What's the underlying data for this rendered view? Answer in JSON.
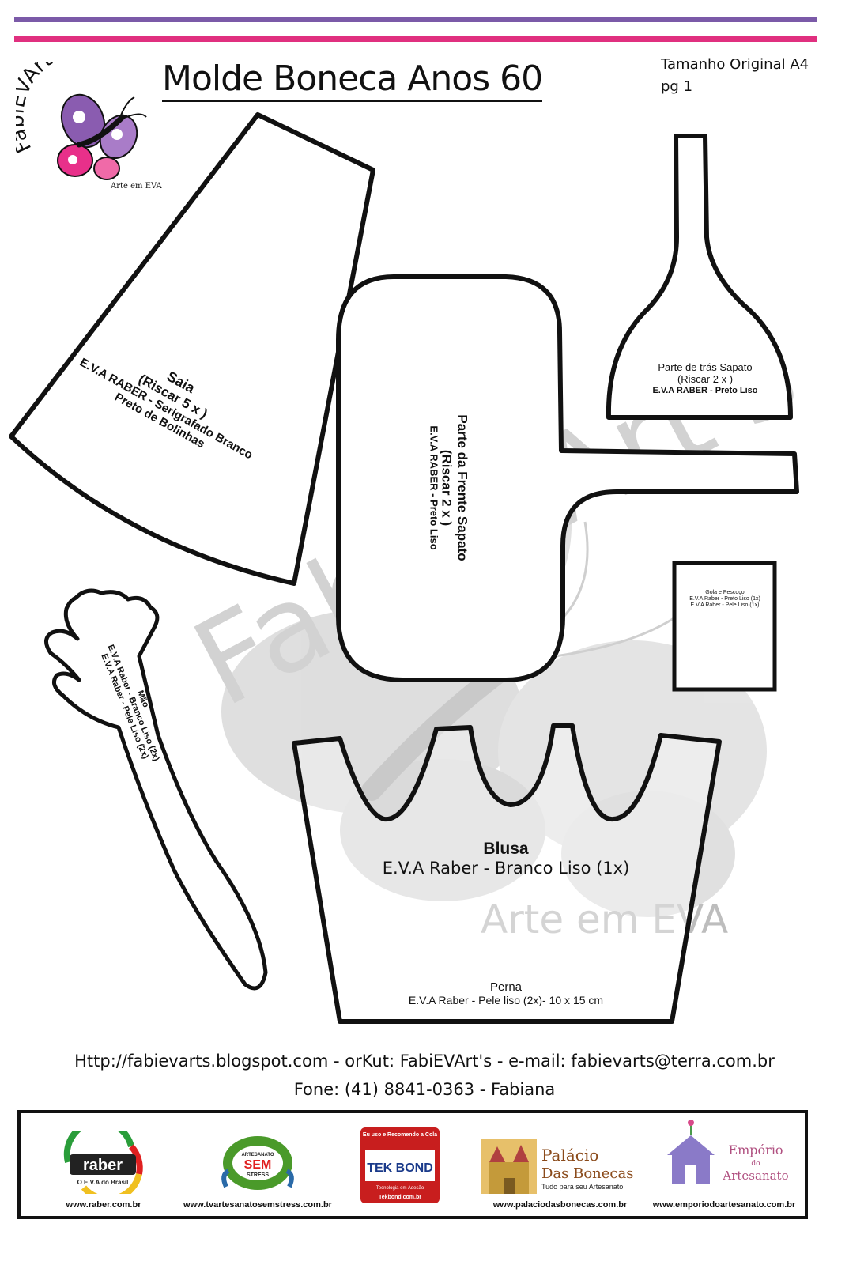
{
  "header": {
    "title": "Molde Boneca Anos 60",
    "brand": "FabiEVArt's",
    "brand_tagline": "Arte em EVA",
    "size_note_1": "Tamanho Original A4",
    "size_note_2": "pg 1"
  },
  "watermark": {
    "text": "FabiEVArt's",
    "tagline": "Arte em EVA"
  },
  "pieces": {
    "saia": {
      "name": "Saia",
      "count": "(Riscar 5 x )",
      "material_1": "E.V.A RABER - Serigrafado Branco",
      "material_2": "Preto de Bolinhas"
    },
    "frente_sapato": {
      "name": "Parte da Frente Sapato",
      "count": "(Riscar 2 x )",
      "material": "E.V.A RABER - Preto Liso"
    },
    "tras_sapato": {
      "name": "Parte de trás Sapato",
      "count": "(Riscar 2 x )",
      "material": "E.V.A RABER - Preto Liso"
    },
    "gola": {
      "name": "Gola e Pescoço",
      "material_1": "E.V.A Raber - Preto Liso (1x)",
      "material_2": "E.V.A Raber - Pele Liso (1x)"
    },
    "mao": {
      "name": "Mão",
      "material_1": "E.V.A Raber - Branco Liso (2x)",
      "material_2": "E.V.A Raber - Pele Liso (2x)"
    },
    "blusa": {
      "name": "Blusa",
      "material": "E.V.A Raber - Branco Liso (1x)"
    },
    "perna": {
      "name": "Perna",
      "material": "E.V.A Raber  - Pele liso (2x)- 10 x 15 cm"
    }
  },
  "footer": {
    "contacts": "Http://fabievarts.blogspot.com  - orKut: FabiEVArt's   -   e-mail: fabievarts@terra.com.br",
    "phone": "Fone: (41) 8841-0363 - Fabiana"
  },
  "sponsors": [
    {
      "logo": "raber",
      "logo_sub": "O E.V.A do Brasil",
      "url": "www.raber.com.br"
    },
    {
      "logo": "SEM",
      "logo_top": "ARTESANATO",
      "logo_sub": "STRESS",
      "url": "www.tvartesanatosemstress.com.br"
    },
    {
      "logo": "TEK BOND",
      "logo_top": "Eu uso e Recomendo a Cola",
      "logo_sub": "Tecnologia em Adesão",
      "logo_site": "Tekbond.com.br",
      "url": ""
    },
    {
      "logo": "Palácio",
      "logo_2": "Das Bonecas",
      "logo_sub": "Tudo para seu Artesanato",
      "url": "www.palaciodasbonecas.com.br"
    },
    {
      "logo": "Empório",
      "logo_2": "do",
      "logo_3": "Artesanato",
      "url": "www.emporiodoartesanato.com.br"
    }
  ],
  "colors": {
    "stripe_top": "#7b5aa8",
    "stripe_bottom": "#e0307f",
    "outline": "#111111",
    "watermark": "#bdbdbd"
  }
}
